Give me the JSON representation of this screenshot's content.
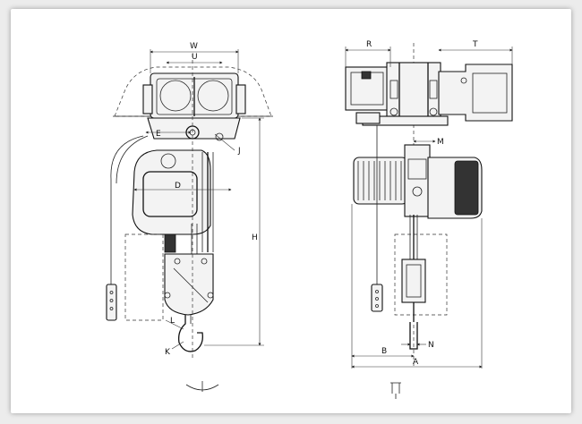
{
  "drawing": {
    "front_view": {
      "dimension_labels": {
        "w": "W",
        "u": "U",
        "e": "E",
        "j": "J",
        "d": "D",
        "h": "H",
        "l": "L",
        "k": "K"
      }
    },
    "side_view": {
      "dimension_labels": {
        "r": "R",
        "t": "T",
        "m": "M",
        "b": "B",
        "n": "N",
        "a": "A"
      }
    }
  }
}
